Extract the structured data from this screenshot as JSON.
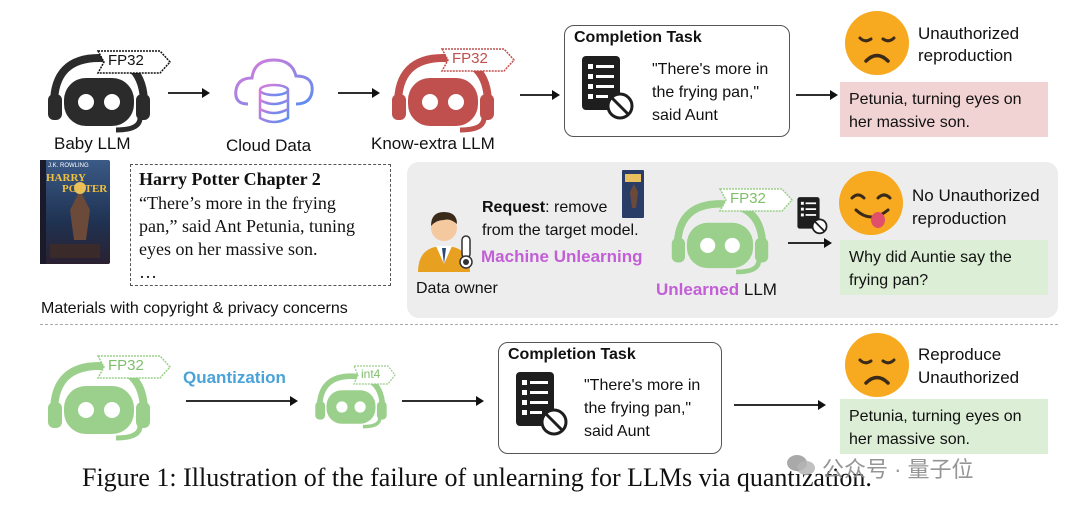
{
  "models": {
    "baby_llm": "Baby LLM",
    "cloud_data": "Cloud Data",
    "know_extra_llm": "Know-extra LLM",
    "unlearned_prefix": "Unlearned",
    "unlearned_suffix": " LLM",
    "fp32": "FP32",
    "int4": "int4"
  },
  "completion_task": {
    "title": "Completion Task",
    "quote_line1": "\"There's more in",
    "quote_line2": "the frying pan,\"",
    "quote_line3": "said Aunt"
  },
  "outcomes": {
    "top": {
      "label1": "Unauthorized",
      "label2": "reproduction",
      "response1": "Petunia, turning eyes on",
      "response2": "her massive son."
    },
    "middle": {
      "label1": "No Unauthorized",
      "label2": "reproduction",
      "response1": "Why did Auntie say the",
      "response2": "frying pan?"
    },
    "bottom": {
      "label1": "Reproduce",
      "label2": "Unauthorized",
      "response1": "Petunia, turning eyes on",
      "response2": "her massive son."
    }
  },
  "book": {
    "heading": "Harry Potter Chapter 2",
    "line1": "“There’s more in the frying",
    "line2": "pan,” said Ant Petunia, tuning",
    "line3": "eyes on her massive son.",
    "ellipsis": "…",
    "cover_author": "J.K. ROWLING",
    "cover_title1": "HARRY",
    "cover_title2": "POTTER"
  },
  "materials_caption": "Materials with copyright & privacy concerns",
  "request": {
    "bold": "Request",
    "rest1": ": remove",
    "line2": "from the target model."
  },
  "machine_unlearning": "Machine Unlearning",
  "data_owner": "Data owner",
  "quantization": "Quantization",
  "figure_caption": "Figure 1: Illustration of the failure of unlearning for LLMs via quantization.",
  "watermark": "公众号 · 量子位",
  "colors": {
    "dark_robot": "#2b2b2b",
    "red_robot": "#c0504d",
    "green_robot": "#9bcf8c",
    "purple": "#c25ed6",
    "blue": "#4aa3d8",
    "pink_box": "#f2d3d3",
    "green_box": "#dcefd6",
    "emoji": "#f7a91f"
  }
}
